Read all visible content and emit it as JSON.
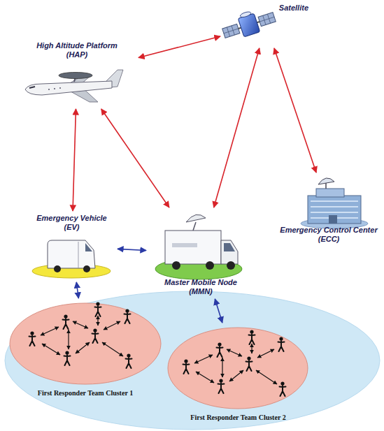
{
  "diagram": {
    "nodes": [
      {
        "text": [
          "Satellite"
        ]
      },
      {
        "text": [
          "High Altitude Platform (HAP)"
        ]
      },
      {
        "text": [
          "Emergency Vehicle (EV)"
        ]
      },
      {
        "text": [
          "Master Mobile Node (MMN)"
        ]
      },
      {
        "text": [
          "Emergency Control Center (ECC)"
        ]
      },
      {
        "text": [
          "First Responder Team Cluster 1"
        ]
      },
      {
        "text": [
          "First Responder Team Cluster 2"
        ]
      }
    ],
    "edges": [
      {
        "from": 0,
        "to": 1,
        "arrow": "both"
      },
      {
        "from": 0,
        "to": 3,
        "arrow": "both"
      },
      {
        "from": 0,
        "to": 4,
        "arrow": "both"
      },
      {
        "from": 1,
        "to": 2,
        "arrow": "both"
      },
      {
        "from": 1,
        "to": 3,
        "arrow": "both"
      },
      {
        "from": 2,
        "to": 3,
        "arrow": "both"
      },
      {
        "from": 2,
        "to": 5,
        "arrow": "both"
      },
      {
        "from": 3,
        "to": 6,
        "arrow": "both"
      }
    ]
  }
}
